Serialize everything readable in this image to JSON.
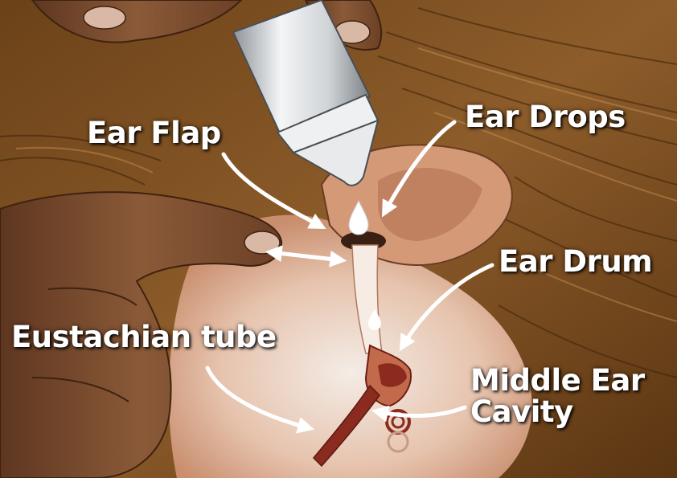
{
  "diagram": {
    "labels": {
      "ear_flap": "Ear Flap",
      "ear_drops": "Ear Drops",
      "ear_drum": "Ear Drum",
      "eustachian_tube": "Eustachian tube",
      "middle_ear_line1": "Middle Ear",
      "middle_ear_line2": "Cavity"
    },
    "colors": {
      "fur_dark": "#5a3512",
      "fur_mid": "#8a5a28",
      "fur_light": "#b98446",
      "skin": "#d7a68a",
      "hand": "#7a4a2e",
      "bottle": "#dfe2e4",
      "label_text": "#ffffff",
      "arrow": "#ffffff",
      "bone": "#8b2a1e"
    }
  }
}
